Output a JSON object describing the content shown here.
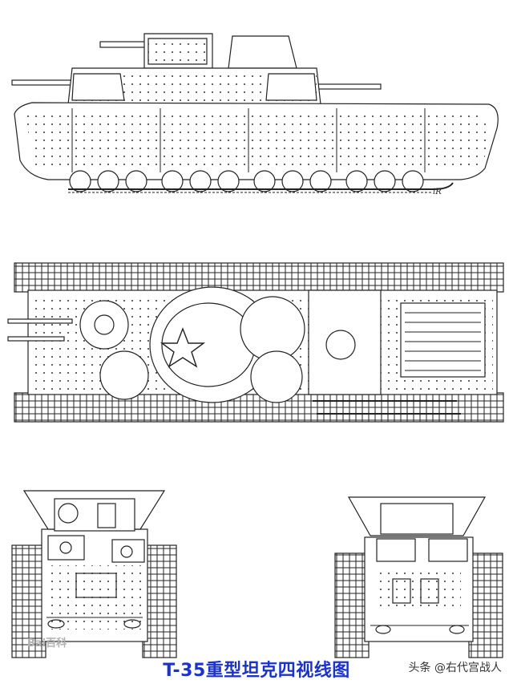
{
  "caption": "T-35重型坦克四视线图",
  "watermark": "头条 @右代宫战人",
  "baike_mark": "Bai百科",
  "artist_initials": "iR",
  "colors": {
    "line": "#222222",
    "caption": "#1b33c9"
  },
  "views": [
    {
      "name": "side-view"
    },
    {
      "name": "top-view"
    },
    {
      "name": "front-view"
    },
    {
      "name": "rear-view"
    }
  ]
}
